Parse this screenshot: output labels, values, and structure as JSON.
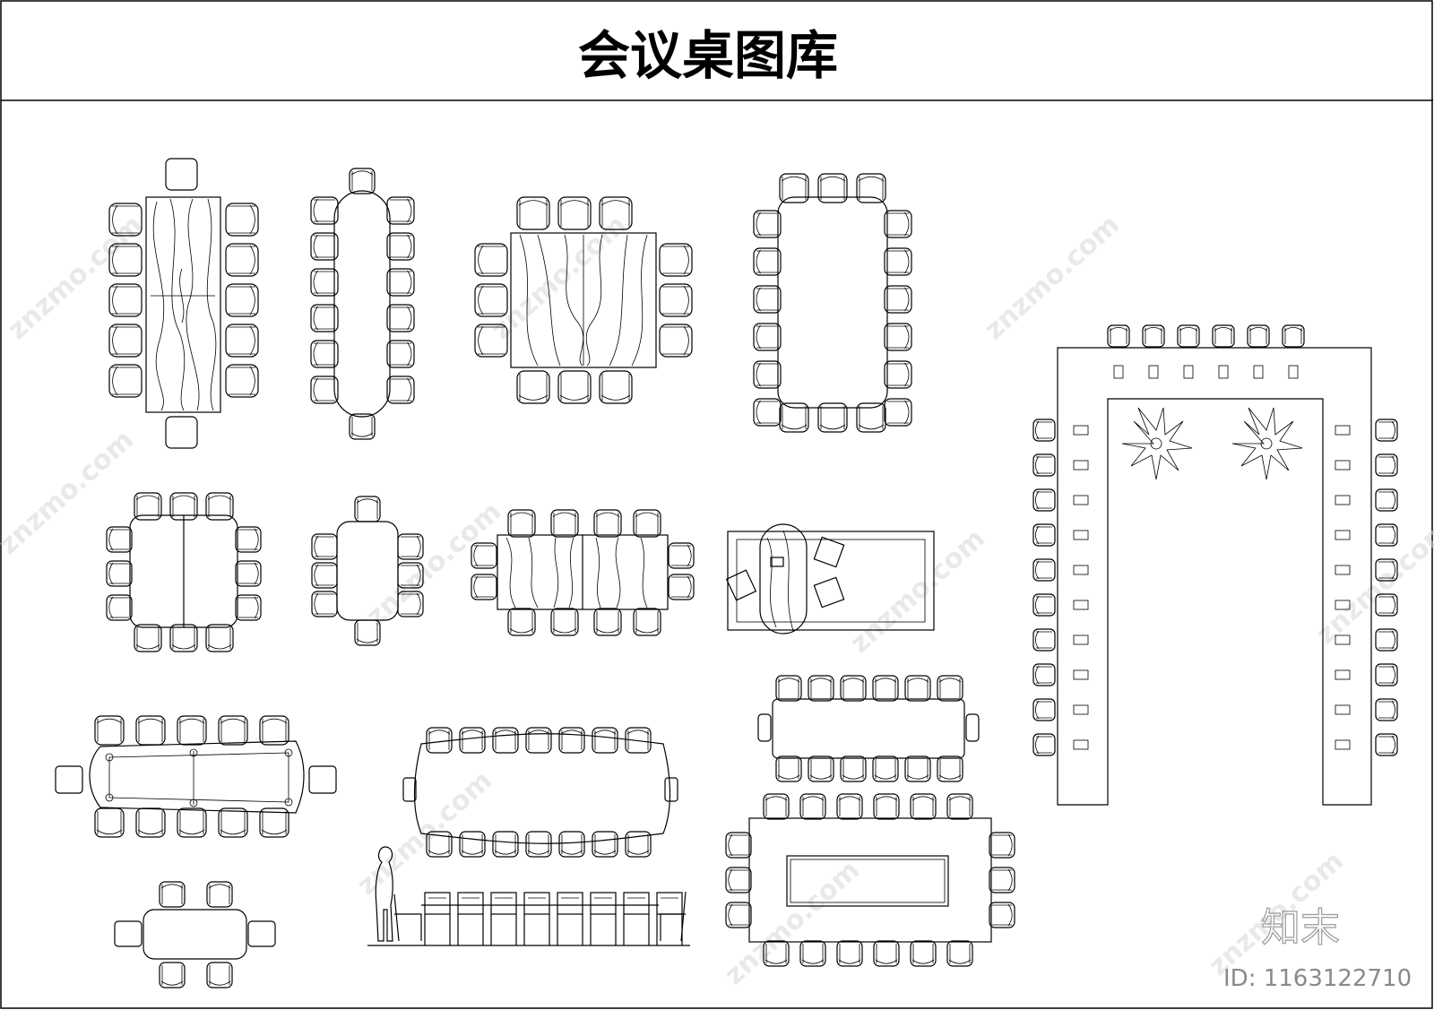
{
  "sheet": {
    "title": "会议桌图库"
  },
  "watermark": {
    "site_text": "znzmo.com",
    "brand_text": "知末",
    "id_text": "ID: 1163122710"
  }
}
